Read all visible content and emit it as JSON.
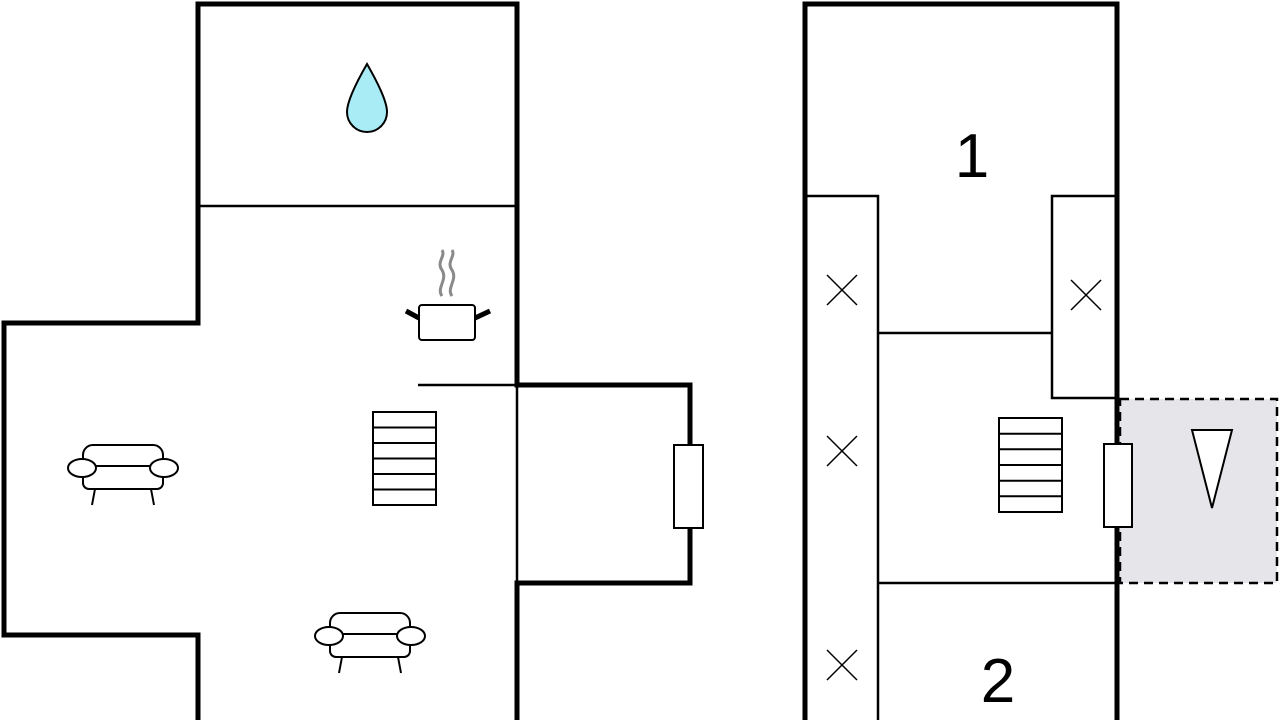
{
  "plan": {
    "rooms": [
      {
        "label": "1"
      },
      {
        "label": "2"
      }
    ],
    "symbols": [
      "water-drop",
      "cooking-pot",
      "stairs",
      "sofa",
      "sofa",
      "stairs",
      "window",
      "window",
      "terrace-arrow"
    ],
    "colors": {
      "water": "#a9ecf5",
      "terrace": "#e6e6ea",
      "wall": "#000000",
      "steam": "#8a8a8a"
    }
  }
}
